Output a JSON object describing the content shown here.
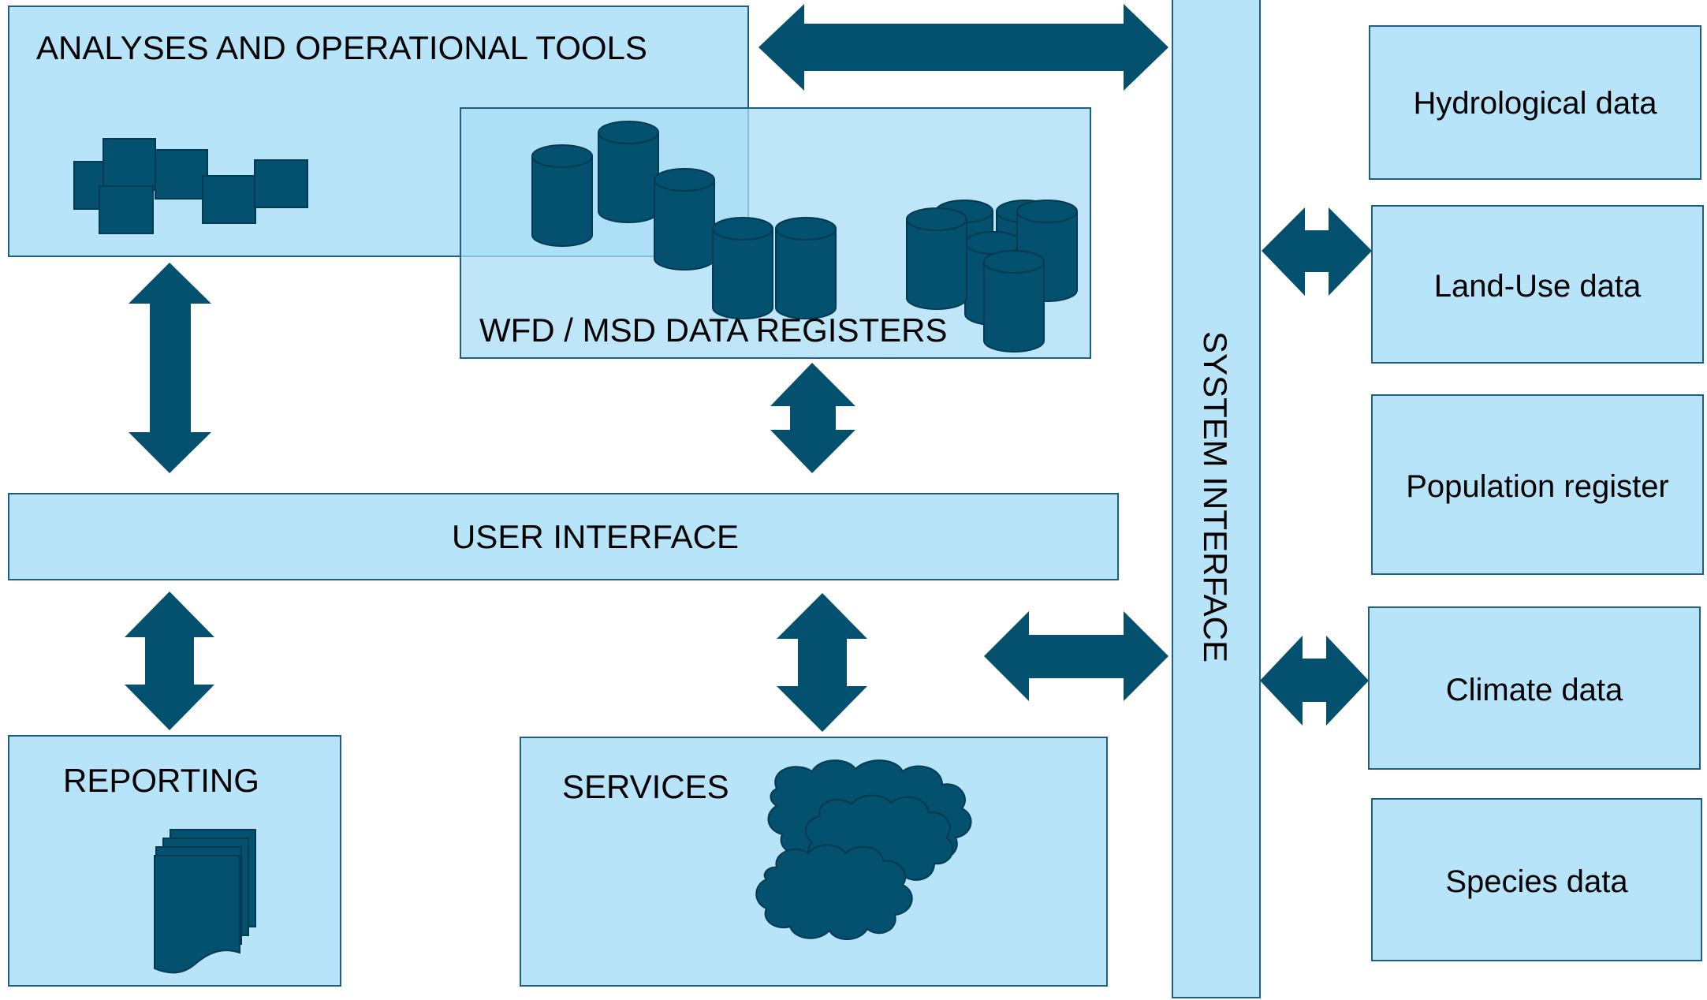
{
  "diagram": {
    "colors": {
      "box_fill": "#b7e4f8",
      "box_stroke": "#1f5f80",
      "arrow_fill": "#04506f",
      "icon_fill": "#04506f",
      "text": "#000000"
    },
    "boxes": {
      "analyses": "ANALYSES AND OPERATIONAL TOOLS",
      "registers": "WFD / MSD DATA REGISTERS",
      "user_interface": "USER INTERFACE",
      "reporting": "REPORTING",
      "services": "SERVICES",
      "system_interface": "SYSTEM INTERFACE"
    },
    "data_sources": {
      "hydrological": "Hydrological data",
      "land_use": "Land-Use data",
      "population": "Population register",
      "climate": "Climate data",
      "species": "Species data"
    },
    "icons": {
      "analyses": "tools-blocks-icon",
      "registers": "database-cylinders-icon",
      "reporting": "document-stack-icon",
      "services": "cloud-icon"
    }
  }
}
